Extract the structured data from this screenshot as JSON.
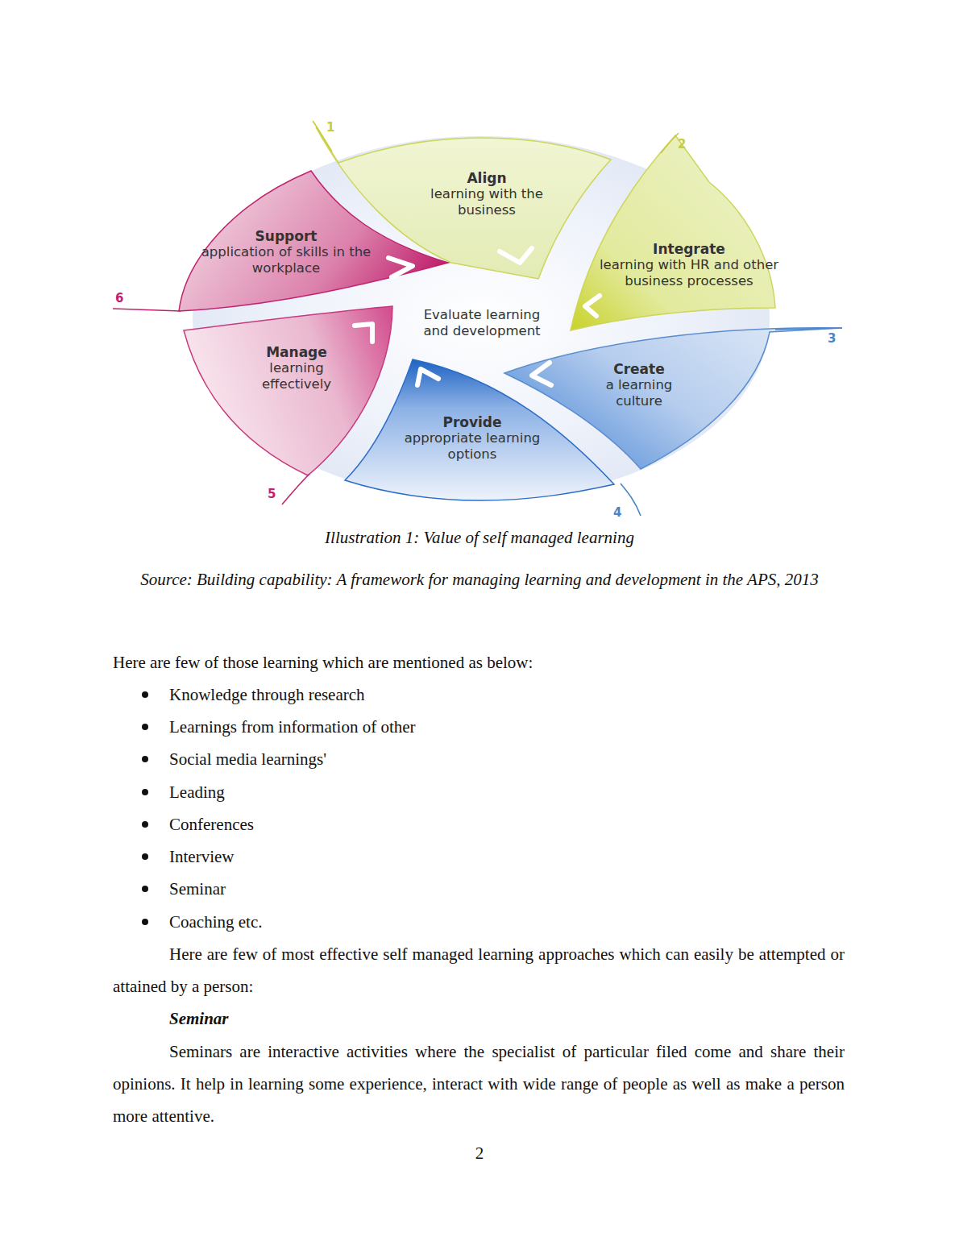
{
  "diagram": {
    "caption": "Illustration 1: Value of self managed learning",
    "nodes": [
      {
        "text": [
          "Align",
          "learning with the business"
        ]
      },
      {
        "text": [
          "Integrate",
          "learning with HR and other business processes"
        ]
      },
      {
        "text": [
          "Create",
          "a learning culture"
        ]
      },
      {
        "text": [
          "Provide",
          "appropriate learning options"
        ]
      },
      {
        "text": [
          "Manage",
          "learning effectively"
        ]
      },
      {
        "text": [
          "Support",
          "application of skills in the workplace"
        ]
      },
      {
        "text": [
          "Evaluate learning and development"
        ]
      }
    ],
    "labels": [
      "1",
      "2",
      "3",
      "4",
      "5",
      "6",
      "Source: Building capability: A framework for managing learning and development in the APS, 2013",
      "Here are few of those learning which are mentioned as below:",
      "Knowledge through research",
      "Learnings from information of other",
      "Social media learnings'",
      "Leading",
      "Conferences",
      "Interview",
      "Seminar",
      "Coaching etc.",
      "Here are few of most effective self managed learning approaches which can easily be attempted or attained by a person:",
      "Seminar",
      "Seminars are interactive activities where the specialist of particular filed come and share their opinions. It help in learning some experience, interact with wide range of people as well as make a person more attentive.",
      "2"
    ]
  }
}
